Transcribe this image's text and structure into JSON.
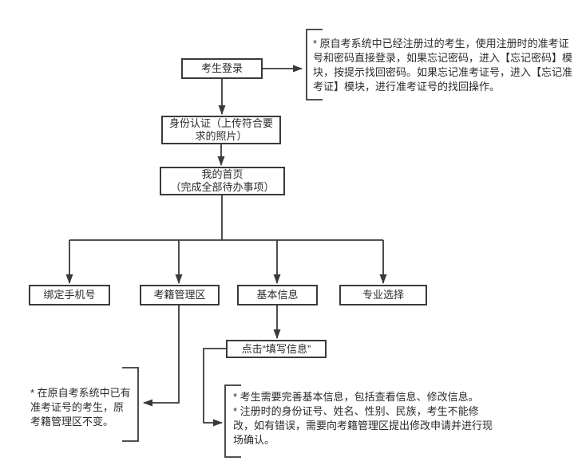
{
  "canvas": {
    "background_color": "#ffffff",
    "line_color": "#3a3a3a",
    "text_color": "#2b2b2b"
  },
  "flowchart": {
    "nodes": {
      "login": {
        "label": "考生登录"
      },
      "identity": {
        "lines": [
          "身份认证（上传符合要",
          "求的照片）"
        ]
      },
      "home": {
        "lines": [
          "我的首页",
          "（完成全部待办事项）"
        ]
      },
      "bind_phone": {
        "label": "绑定手机号"
      },
      "registration_area": {
        "label": "考籍管理区"
      },
      "basic_info": {
        "label": "基本信息"
      },
      "major_selection": {
        "label": "专业选择"
      },
      "click_fill": {
        "label": "点击“填写信息”"
      }
    },
    "notes": {
      "login_note": {
        "text": "* 原自考系统中已经注册过的考生，使用注册时的准考证号和密码直接登录，如果忘记密码，进入【忘记密码】模块，按提示找回密码。如果忘记准考证号，进入【忘记准考证】模块，进行准考证号的找回操作。"
      },
      "registration_note": {
        "text": "* 在原自考系统中已有准考证号的考生，原考籍管理区不变。"
      },
      "basic_info_note": {
        "lines": [
          "* 考生需要完善基本信息，包括查看信息、修改信息。",
          "* 注册时的身份证号、姓名、性别、民族，考生不能修改，如有错误，需要向考籍管理区提出修改申请并进行现场确认。"
        ]
      }
    }
  }
}
